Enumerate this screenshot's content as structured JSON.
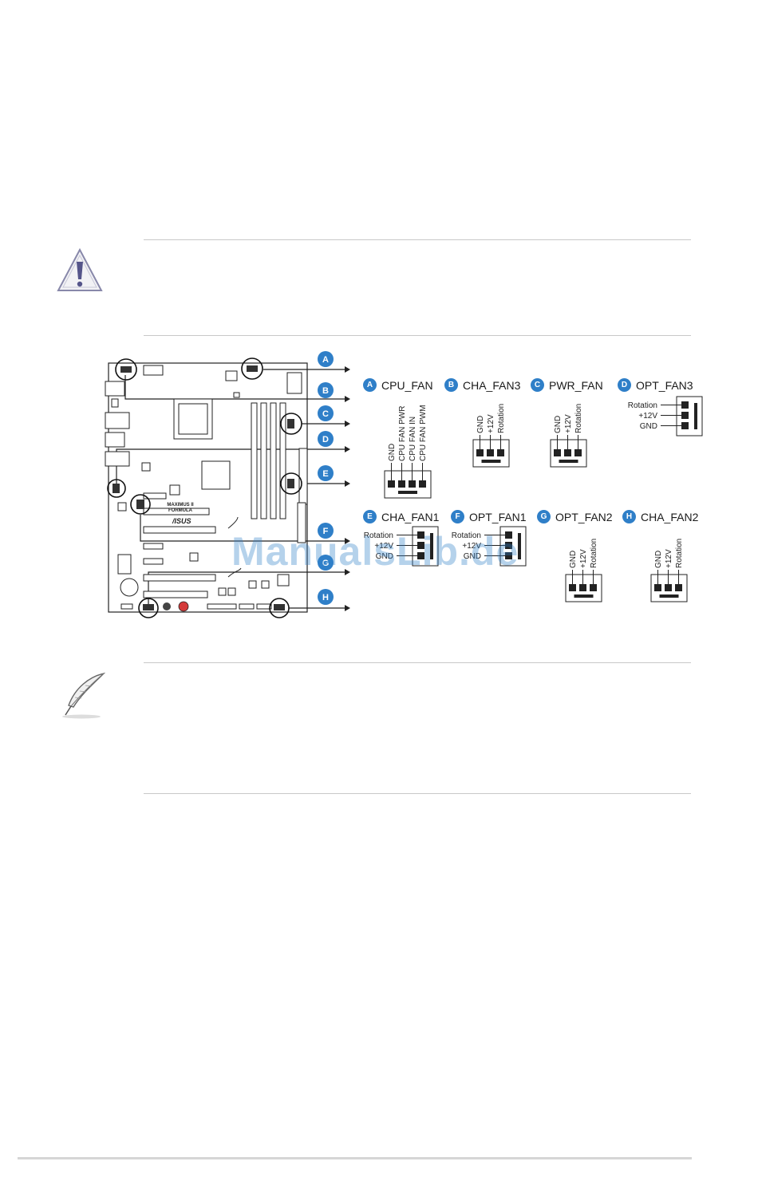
{
  "callouts": [
    {
      "letter": "A"
    },
    {
      "letter": "B"
    },
    {
      "letter": "C"
    },
    {
      "letter": "D"
    },
    {
      "letter": "E"
    },
    {
      "letter": "F"
    },
    {
      "letter": "G"
    },
    {
      "letter": "H"
    }
  ],
  "board": {
    "model_line1": "MAXIMUS II",
    "model_line2": "FORMULA",
    "brand": "/ISUS"
  },
  "connectors": [
    {
      "letter": "A",
      "name": "CPU_FAN",
      "orientation": "vertical",
      "pins": [
        "GND",
        "CPU FAN PWR",
        "CPU FAN IN",
        "CPU FAN PWM"
      ]
    },
    {
      "letter": "B",
      "name": "CHA_FAN3",
      "orientation": "vertical",
      "pins": [
        "GND",
        "+12V",
        "Rotation"
      ]
    },
    {
      "letter": "C",
      "name": "PWR_FAN",
      "orientation": "vertical",
      "pins": [
        "GND",
        "+12V",
        "Rotation"
      ]
    },
    {
      "letter": "D",
      "name": "OPT_FAN3",
      "orientation": "horizontal",
      "pins": [
        "Rotation",
        "+12V",
        "GND"
      ]
    },
    {
      "letter": "E",
      "name": "CHA_FAN1",
      "orientation": "horizontal",
      "pins": [
        "Rotation",
        "+12V",
        "GND"
      ]
    },
    {
      "letter": "F",
      "name": "OPT_FAN1",
      "orientation": "horizontal",
      "pins": [
        "Rotation",
        "+12V",
        "GND"
      ]
    },
    {
      "letter": "G",
      "name": "OPT_FAN2",
      "orientation": "vertical",
      "pins": [
        "GND",
        "+12V",
        "Rotation"
      ]
    },
    {
      "letter": "H",
      "name": "CHA_FAN2",
      "orientation": "vertical",
      "pins": [
        "GND",
        "+12V",
        "Rotation"
      ]
    }
  ],
  "watermark": "ManualsLib.de",
  "colors": {
    "badge": "#2f7fc8",
    "rule": "#c8c8c8"
  }
}
